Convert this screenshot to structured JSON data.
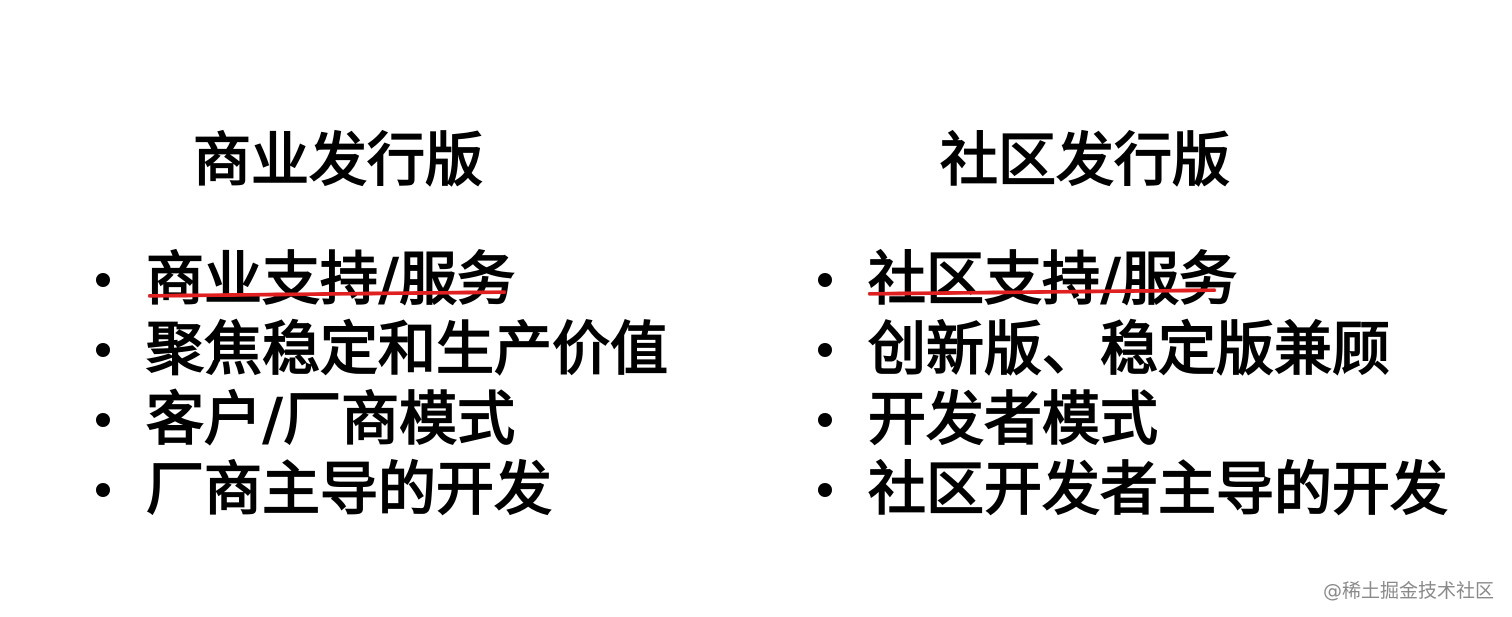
{
  "left": {
    "title": "商业发行版",
    "items": [
      "商业支持/服务",
      "聚焦稳定和生产价值",
      "客户/厂商模式",
      "厂商主导的开发"
    ]
  },
  "right": {
    "title": "社区发行版",
    "items": [
      "社区支持/服务",
      "创新版、稳定版兼顾",
      "开发者模式",
      "社区开发者主导的开发"
    ]
  },
  "watermark": "@稀土掘金技术社区",
  "colors": {
    "text": "#000000",
    "underline": "#e02020",
    "watermark": "#8a8a8a",
    "background": "#ffffff"
  }
}
